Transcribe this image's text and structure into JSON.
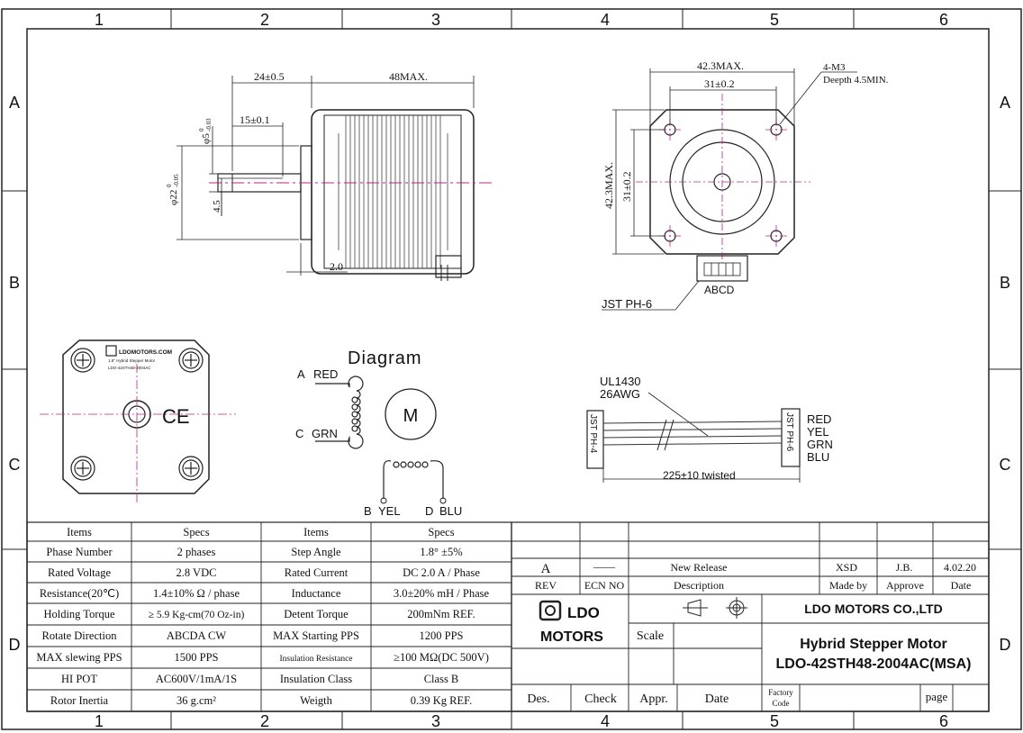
{
  "zones": {
    "columns": [
      "1",
      "2",
      "3",
      "4",
      "5",
      "6"
    ],
    "rows": [
      "A",
      "B",
      "C",
      "D"
    ]
  },
  "side_view": {
    "dim_shaft_length": "24±0.5",
    "dim_body_length": "48MAX.",
    "dim_flat_length": "15±0.1",
    "dim_shaft_dia": "φ5",
    "dim_shaft_dia_tol": "0\n-0.03",
    "dim_shaft_dia_tol_top": "0",
    "dim_shaft_dia_tol_bot": "-0.03",
    "dim_boss_dia": "φ22",
    "dim_boss_dia_tol_top": "0",
    "dim_boss_dia_tol_bot": "-0.05",
    "dim_flat_depth": "4.5",
    "dim_boss_height": "2.0"
  },
  "front_view": {
    "dim_width": "42.3MAX.",
    "dim_hole_pitch": "31±0.2",
    "dim_height": "42.3MAX.",
    "dim_hole_pitch_v": "31±0.2",
    "note_thread": "4-M3",
    "note_depth": "Deepth 4.5MIN.",
    "connector_pins": "ABCD",
    "connector_label": "JST PH-6"
  },
  "label_view": {
    "brand": "LDOMOTORS.COM",
    "line1": "1.8° Hybrid Stepper Motor",
    "line2": "LDO-42STH48-2004AC",
    "ce": "CE"
  },
  "diagram": {
    "title": "Diagram",
    "motor": "M",
    "phase_a": "A",
    "phase_a_color": "RED",
    "phase_c": "C",
    "phase_c_color": "GRN",
    "phase_b": "B",
    "phase_b_color": "YEL",
    "phase_d": "D",
    "phase_d_color": "BLU"
  },
  "cable": {
    "spec1": "UL1430",
    "spec2": "26AWG",
    "left_connector": "JST PH-4",
    "right_connector": "JST PH-6",
    "length": "225±10  twisted",
    "wires": [
      "RED",
      "YEL",
      "GRN",
      "BLU"
    ]
  },
  "specs_table": {
    "headers": [
      "Items",
      "Specs",
      "Items",
      "Specs"
    ],
    "rows": [
      [
        "Phase Number",
        "2 phases",
        "Step Angle",
        "1.8°  ±5%"
      ],
      [
        "Rated Voltage",
        "2.8 VDC",
        "Rated Current",
        "DC 2.0 A / Phase"
      ],
      [
        "Resistance(20℃)",
        "1.4±10%  Ω / phase",
        "Inductance",
        "3.0±20% mH / Phase"
      ],
      [
        "Holding Torque",
        "≥ 5.9 Kg-cm(70 Oz-in)",
        "Detent Torque",
        "200mNm REF."
      ],
      [
        "Rotate Direction",
        "ABCDA CW",
        "MAX Starting PPS",
        "1200 PPS"
      ],
      [
        "MAX slewing PPS",
        "1500 PPS",
        "Insulation Resistance",
        "≥100 MΩ(DC 500V)"
      ],
      [
        "HI POT",
        "AC600V/1mA/1S",
        "Insulation Class",
        "Class B"
      ],
      [
        "Rotor Inertia",
        "36 g.cm²",
        "Weigth",
        "0.39 Kg  REF."
      ]
    ]
  },
  "title_block": {
    "rev": "A",
    "ecn": "——",
    "description": "New Release",
    "made_by": "XSD",
    "approve": "J.B.",
    "date": "4.02.20",
    "hdr_rev": "REV",
    "hdr_ecn": "ECN NO",
    "hdr_desc": "Description",
    "hdr_made": "Made by",
    "hdr_approve": "Approve",
    "hdr_date": "Date",
    "logo_line1": "LDO",
    "logo_line2": "MOTORS",
    "company": "LDO MOTORS CO.,LTD",
    "scale": "Scale",
    "product_name": "Hybrid Stepper Motor",
    "product_model": "LDO-42STH48-2004AC(MSA)",
    "des": "Des.",
    "check": "Check",
    "appr": "Appr.",
    "date_label": "Date",
    "factory_code_1": "Factory",
    "factory_code_2": "Code",
    "page": "page"
  }
}
